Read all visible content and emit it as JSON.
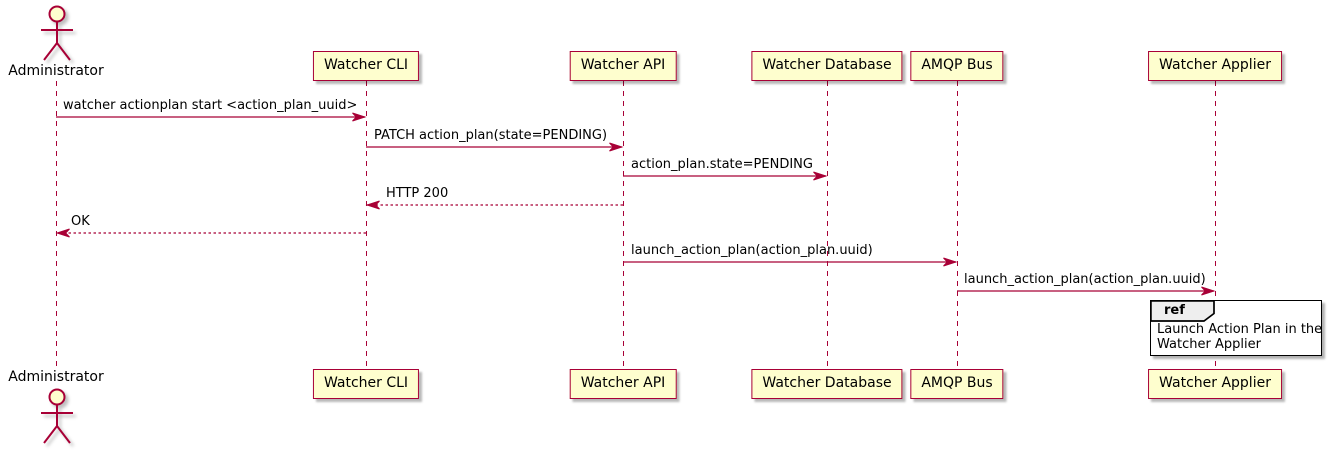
{
  "colors": {
    "accent": "#A80036",
    "participant_fill": "#FEFECE",
    "participant_border": "#A80036",
    "lifeline": "#A80036",
    "ref_border": "#000000",
    "ref_header_fill": "#EEEEEE",
    "text": "#000000"
  },
  "participants": [
    {
      "name": "Administrator",
      "type": "actor"
    },
    {
      "name": "Watcher CLI",
      "type": "participant"
    },
    {
      "name": "Watcher API",
      "type": "participant"
    },
    {
      "name": "Watcher Database",
      "type": "participant"
    },
    {
      "name": "AMQP Bus",
      "type": "participant"
    },
    {
      "name": "Watcher Applier",
      "type": "participant"
    }
  ],
  "messages": [
    {
      "from": "Administrator",
      "to": "Watcher CLI",
      "text": "watcher actionplan start <action_plan_uuid>",
      "line": "solid"
    },
    {
      "from": "Watcher CLI",
      "to": "Watcher API",
      "text": "PATCH action_plan(state=PENDING)",
      "line": "solid"
    },
    {
      "from": "Watcher API",
      "to": "Watcher Database",
      "text": "action_plan.state=PENDING",
      "line": "solid"
    },
    {
      "from": "Watcher API",
      "to": "Watcher CLI",
      "text": "HTTP 200",
      "line": "dashed"
    },
    {
      "from": "Watcher CLI",
      "to": "Administrator",
      "text": "OK",
      "line": "dashed"
    },
    {
      "from": "Watcher API",
      "to": "AMQP Bus",
      "text": "launch_action_plan(action_plan.uuid)",
      "line": "solid"
    },
    {
      "from": "AMQP Bus",
      "to": "Watcher Applier",
      "text": "launch_action_plan(action_plan.uuid)",
      "line": "solid"
    }
  ],
  "ref_fragment": {
    "keyword": "ref",
    "over": "Watcher Applier",
    "lines": [
      "Launch Action Plan in the",
      "Watcher Applier"
    ]
  }
}
